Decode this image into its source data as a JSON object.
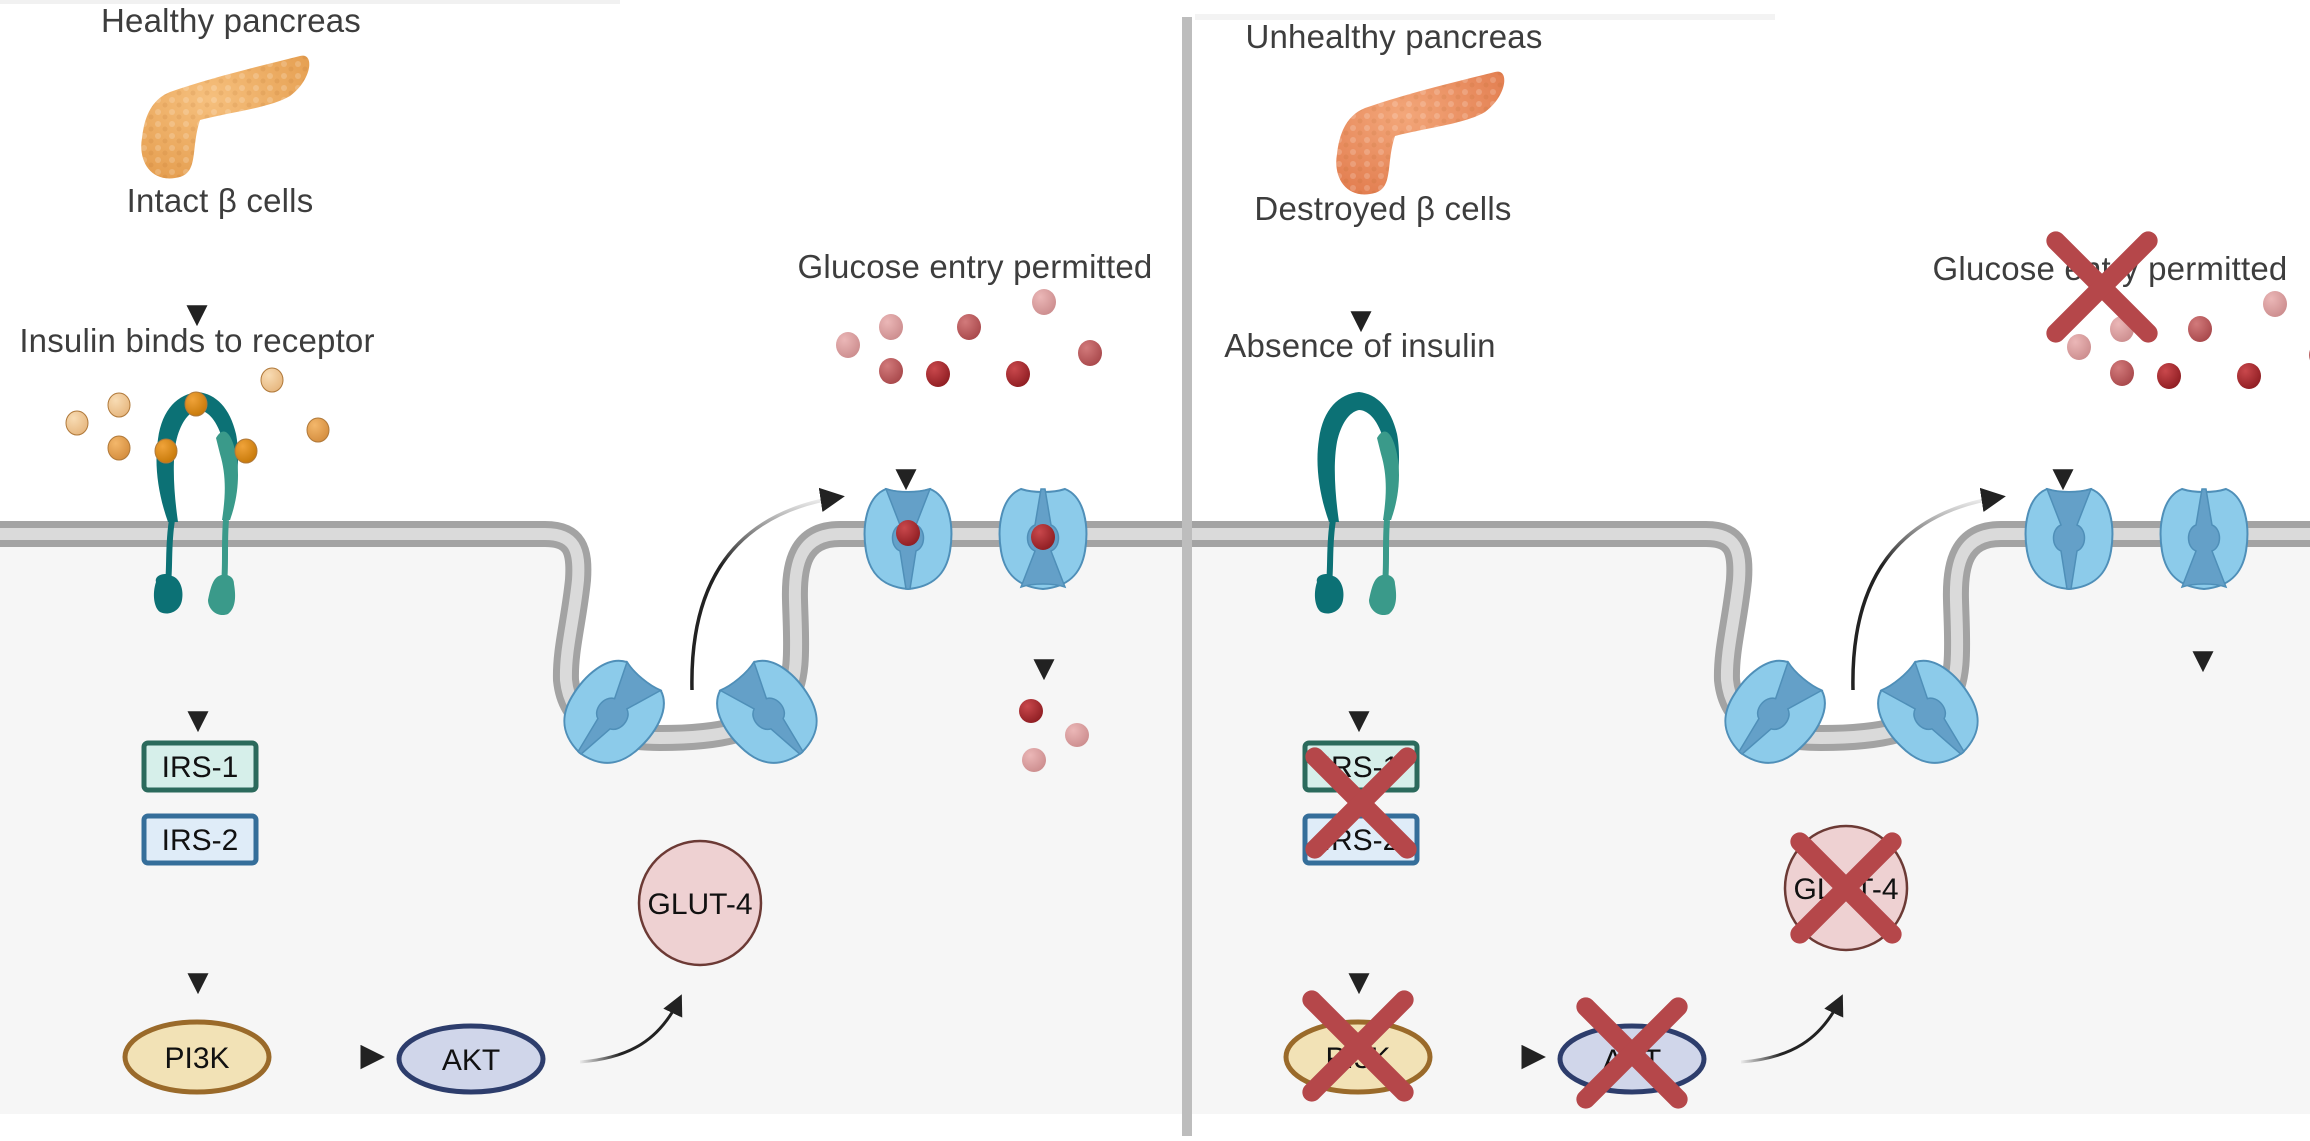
{
  "panels": [
    {
      "id": "healthy",
      "title": "Healthy pancreas",
      "beta_cells": "Intact β cells",
      "insulin_status": "Insulin binds to receptor",
      "glucose_label": "Glucose entry permitted",
      "glucose_entry_blocked": false,
      "nodes": {
        "irs1": "IRS-1",
        "irs2": "IRS-2",
        "pi3k": "PI3K",
        "akt": "AKT",
        "glut4": "GLUT-4"
      },
      "inhibited": []
    },
    {
      "id": "unhealthy",
      "title": "Unhealthy pancreas",
      "beta_cells": "Destroyed β cells",
      "insulin_status": "Absence of insulin",
      "glucose_label": "Glucose entry permitted",
      "glucose_entry_blocked": true,
      "nodes": {
        "irs1": "IRS-1",
        "irs2": "IRS-2",
        "pi3k": "PI3K",
        "akt": "AKT",
        "glut4": "GLUT-4"
      },
      "inhibited": [
        "irs",
        "pi3k",
        "akt",
        "glut4",
        "glucose-entry"
      ]
    }
  ],
  "icons": {
    "pancreas": "pancreas-icon",
    "insulin": "insulin-molecule-icon",
    "receptor": "insulin-receptor-icon",
    "transporter": "glut4-transporter-icon",
    "glucose": "glucose-molecule-icon",
    "inhibit": "red-x-inhibition-icon"
  },
  "colors": {
    "text": "#3d3d3d",
    "membrane_outer": "#a3a3a3",
    "membrane_inner": "#dadada",
    "cytoplasm": "#f6f6f6",
    "divider": "#bdbdbd",
    "receptor_dark": "#0c7175",
    "receptor_light": "#3a9a8a",
    "insulin_bound": "#dc8a12",
    "insulin_free": "#efc58f",
    "glucose_dark": "#a3282c",
    "glucose_mid": "#bd5a5c",
    "glucose_light": "#d79a9b",
    "transporter_light": "#8ccbea",
    "transporter_dark": "#64a0c8",
    "irs1_fill": "#d6efea",
    "irs1_stroke": "#2b6a5c",
    "irs2_fill": "#dfecf8",
    "irs2_stroke": "#356e9a",
    "pi3k_fill": "#f2e2b6",
    "pi3k_stroke": "#9a6a2a",
    "akt_fill": "#d0d6ea",
    "akt_stroke": "#2d3d6c",
    "glut4_fill": "#eed1d2",
    "glut4_stroke": "#6c3a35",
    "inhibit_x": "#b5474a"
  }
}
